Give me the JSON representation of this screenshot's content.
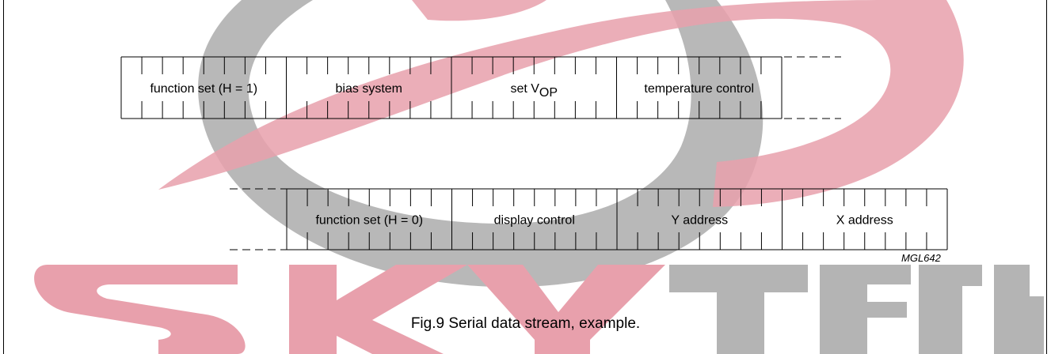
{
  "watermark": {
    "brand": "SKYTECH"
  },
  "rows": [
    {
      "bytes": [
        {
          "label": "function set (H = 1)"
        },
        {
          "label": "bias system"
        },
        {
          "label": "set V",
          "sub": "OP"
        },
        {
          "label": "temperature control"
        }
      ]
    },
    {
      "bytes": [
        {
          "label": "function set (H = 0)"
        },
        {
          "label": "display control"
        },
        {
          "label": "Y address"
        },
        {
          "label": "X address"
        }
      ]
    }
  ],
  "figure_code": "MGL642",
  "caption": "Fig.9  Serial data stream, example.",
  "colors": {
    "watermark_red": "#e8a0ac",
    "watermark_gray": "#b4b4b4",
    "line": "#000000"
  }
}
